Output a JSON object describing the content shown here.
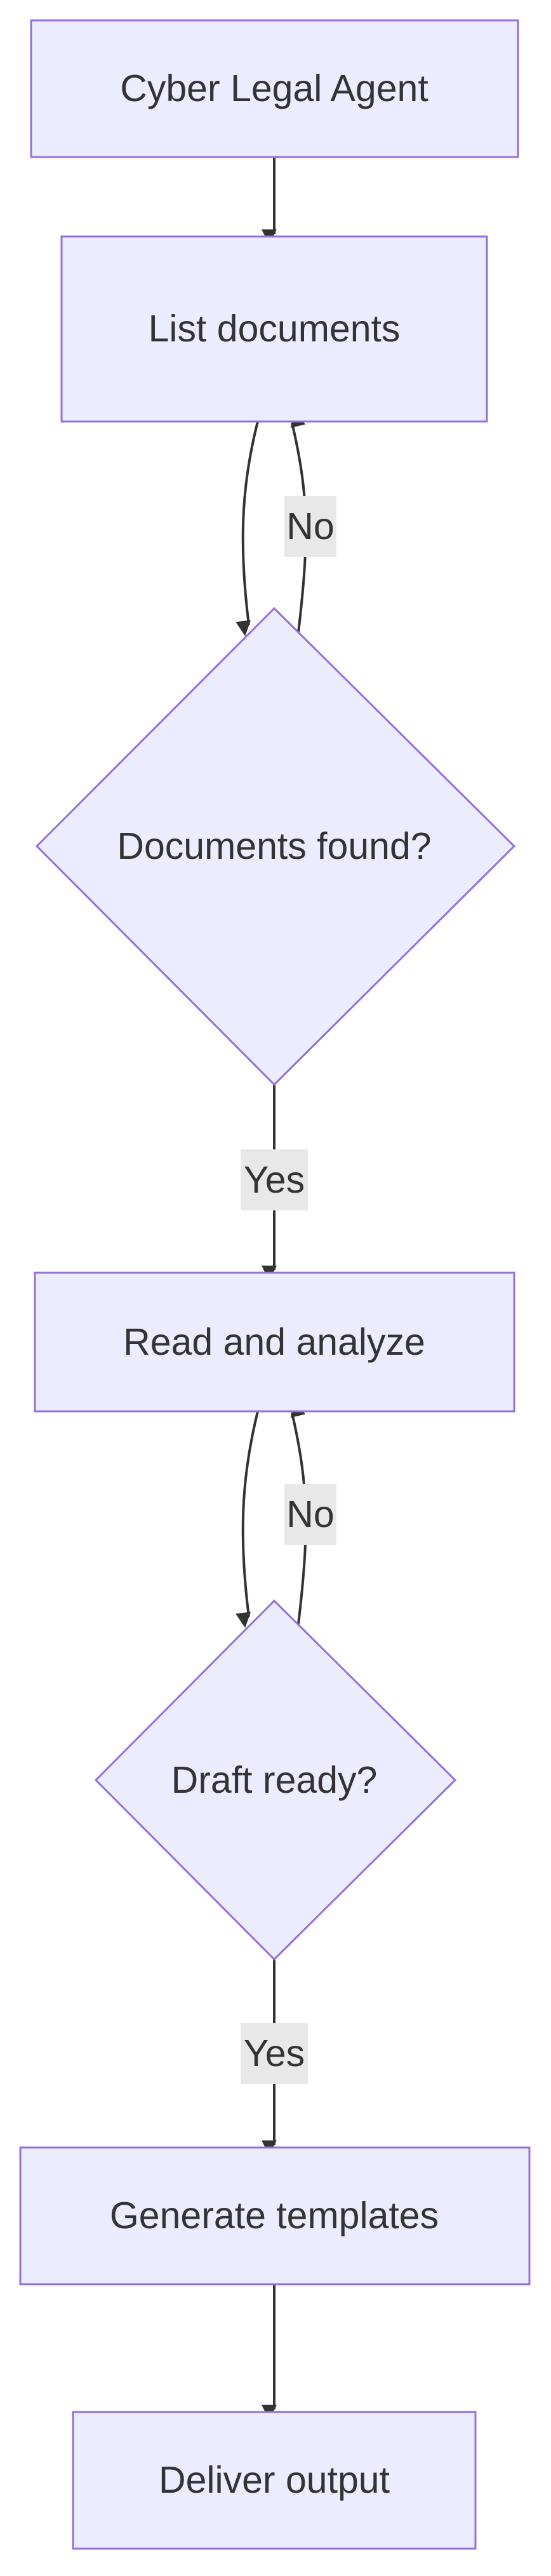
{
  "diagram": {
    "colors": {
      "node_fill": "#ECECFF",
      "node_stroke": "#9370DB",
      "edge": "#333333",
      "label_bg": "#e8e8e8",
      "text": "#333333"
    },
    "nodes": {
      "start": "Cyber Legal Agent",
      "list_docs": "List documents",
      "docs_found": "Documents found?",
      "read_analyze": "Read and analyze",
      "draft_ready": "Draft ready?",
      "generate": "Generate templates",
      "deliver": "Deliver output"
    },
    "edge_labels": {
      "docs_found_no": "No",
      "docs_found_yes": "Yes",
      "draft_ready_no": "No",
      "draft_ready_yes": "Yes"
    }
  }
}
